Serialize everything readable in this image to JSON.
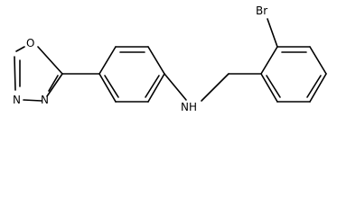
{
  "molecule": {
    "atom_labels": {
      "bromine": "Br",
      "amine": "NH",
      "oxadiazole_oxygen": "O",
      "oxadiazole_n3": "N",
      "oxadiazole_n4": "N"
    },
    "line_color": "#000000",
    "background": "#ffffff"
  }
}
